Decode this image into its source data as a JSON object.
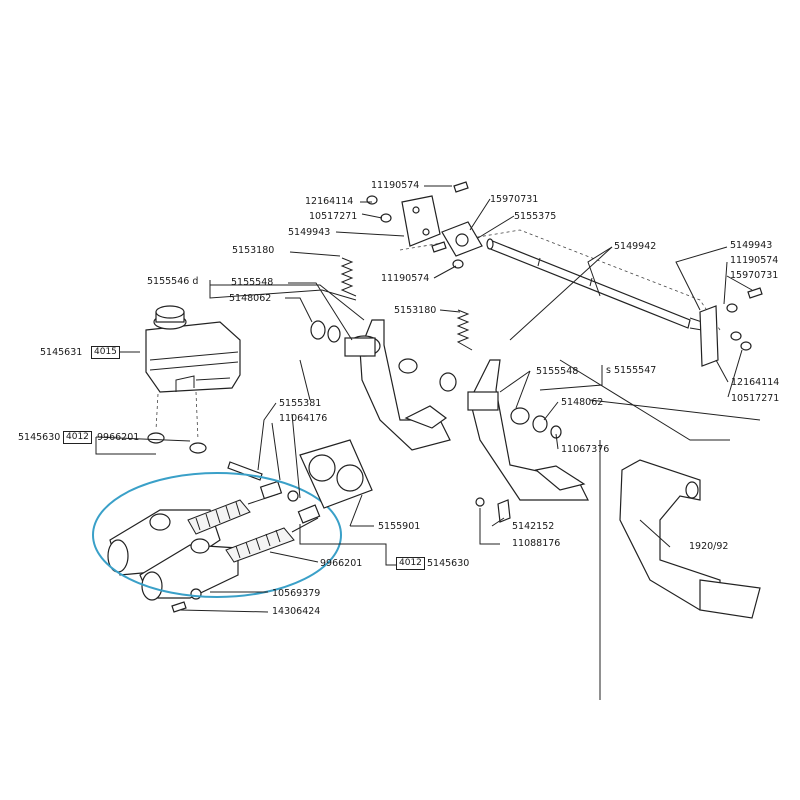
{
  "colors": {
    "line": "#222222",
    "highlight_ellipse": "#3aa0c8",
    "background": "#ffffff"
  },
  "labels": {
    "p11190574_top": "11190574",
    "p12164114_top": "12164114",
    "p15970731_top": "15970731",
    "p10517271_top": "10517271",
    "p5155375": "5155375",
    "p5149943_top": "5149943",
    "p5153180_a": "5153180",
    "p5155546": "5155546 d",
    "p5155548_a": "5155548",
    "p11190574_mid": "11190574",
    "p5148062_a": "5148062",
    "p5149942": "5149942",
    "p5149943_right": "5149943",
    "p11190574_right": "11190574",
    "p15970731_right": "15970731",
    "p5153180_b": "5153180",
    "p5145631": "5145631",
    "p5155548_b": "5155548",
    "p5155547": "s 5155547",
    "p12164114_right": "12164114",
    "p10517271_right": "10517271",
    "p5155381": "5155381",
    "p11064176": "11064176",
    "p5148062_b": "5148062",
    "p5145630_left": "5145630",
    "p9966201_left": "9966201",
    "p11067376": "11067376",
    "p5155901": "5155901",
    "p5142152": "5142152",
    "p11088176": "11088176",
    "p1920_92": "1920/92",
    "p9966201_right": "9966201",
    "p5145630_right": "5145630",
    "p10569379": "10569379",
    "p14306424": "14306424"
  },
  "boxes": {
    "b4015": "4015",
    "b4012_left": "4012",
    "b4012_right": "4012"
  }
}
